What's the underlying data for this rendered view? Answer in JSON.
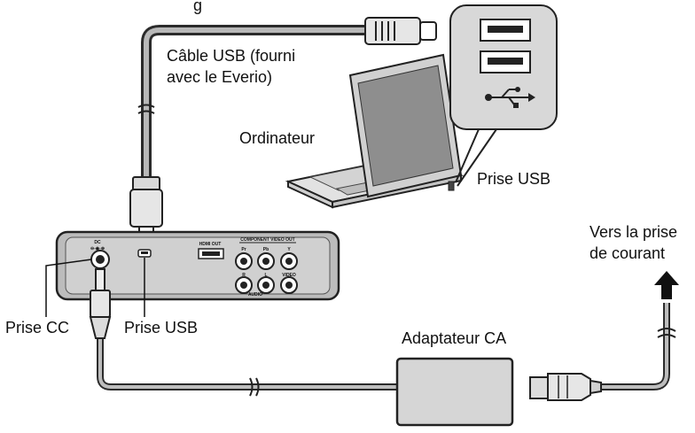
{
  "labels": {
    "usb_cable_line1": "Câble USB (fourni",
    "usb_cable_line2": "avec le Everio)",
    "computer": "Ordinateur",
    "usb_port_computer": "Prise USB",
    "outlet_line1": "Vers la prise",
    "outlet_line2": "de courant",
    "dc_jack": "Prise CC",
    "usb_port_device": "Prise USB",
    "ac_adapter": "Adaptateur CA",
    "top_partial": "g"
  },
  "device_panel": {
    "dc": "DC",
    "hdmi_out": "HDMI OUT",
    "component_video_out": "COMPONENT VIDEO OUT",
    "pr": "Pr",
    "pb": "Pb",
    "y": "Y",
    "r": "R",
    "l": "L",
    "video": "VIDEO",
    "audio": "AUDIO"
  }
}
